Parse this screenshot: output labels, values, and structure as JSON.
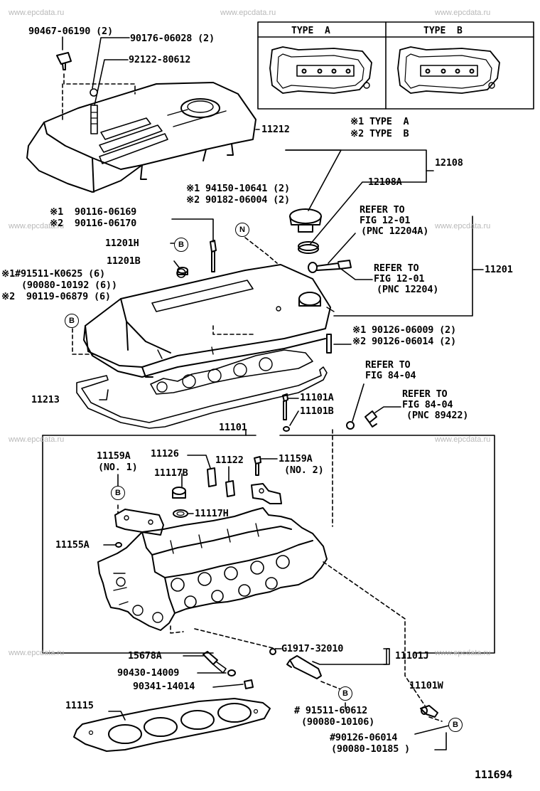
{
  "watermark": "www.epcdata.ru",
  "type_table": {
    "type_a": "TYPE  A",
    "type_b": "TYPE  B",
    "legend1": "※1 TYPE  A",
    "legend2": "※2 TYPE  B"
  },
  "parts": {
    "p90467": "90467-06190 (2)",
    "p90176": "90176-06028 (2)",
    "p92122": "92122-80612",
    "p11212": "11212",
    "p12108": "12108",
    "p12108A": "12108A",
    "p94150": "※1 94150-10641 (2)",
    "p90182": "※2 90182-06004 (2)",
    "p90116a": "※1  90116-06169",
    "p90116b": "※2  90116-06170",
    "ref1201a_1": "REFER TO",
    "ref1201a_2": "FIG 12-01",
    "ref1201a_3": "(PNC 12204A)",
    "p11201H": "11201H",
    "p11201B": "11201B",
    "ref1201b_1": "REFER TO",
    "ref1201b_2": "FIG 12-01",
    "ref1201b_3": "(PNC 12204)",
    "p11201": "11201",
    "p91511k": "※1#91511-K0625 (6)",
    "p90080a": "(90080-10192 (6))",
    "p90119": "※2  90119-06879 (6)",
    "p90126a": "※1 90126-06009 (2)",
    "p90126b": "※2 90126-06014 (2)",
    "ref84a_1": "REFER TO",
    "ref84a_2": "FIG 84-04",
    "p11213": "11213",
    "p11101A": "11101A",
    "p11101B": "11101B",
    "ref84b_1": "REFER TO",
    "ref84b_2": "FIG 84-04",
    "ref84b_3": "(PNC 89422)",
    "p11101": "11101",
    "p11159A1": "11159A",
    "p11159A1n": "(NO. 1)",
    "p11126": "11126",
    "p11122": "11122",
    "p11159A2": "11159A",
    "p11159A2n": "(NO. 2)",
    "p11117B": "11117B",
    "p11117H": "11117H",
    "p11155A": "11155A",
    "p15678A": "15678A",
    "pG1917": "G1917-32010",
    "p11101J": "11101J",
    "p90430": "90430-14009",
    "p90341": "90341-14014",
    "p11101W": "11101W",
    "p11115": "11115",
    "p91511b": "# 91511-60612",
    "p90080b": "(90080-10106)",
    "p90126c": "#90126-06014",
    "p90080c": "(90080-10185 )",
    "fig_no": "111694"
  },
  "badges": {
    "b": "B",
    "n": "N"
  }
}
